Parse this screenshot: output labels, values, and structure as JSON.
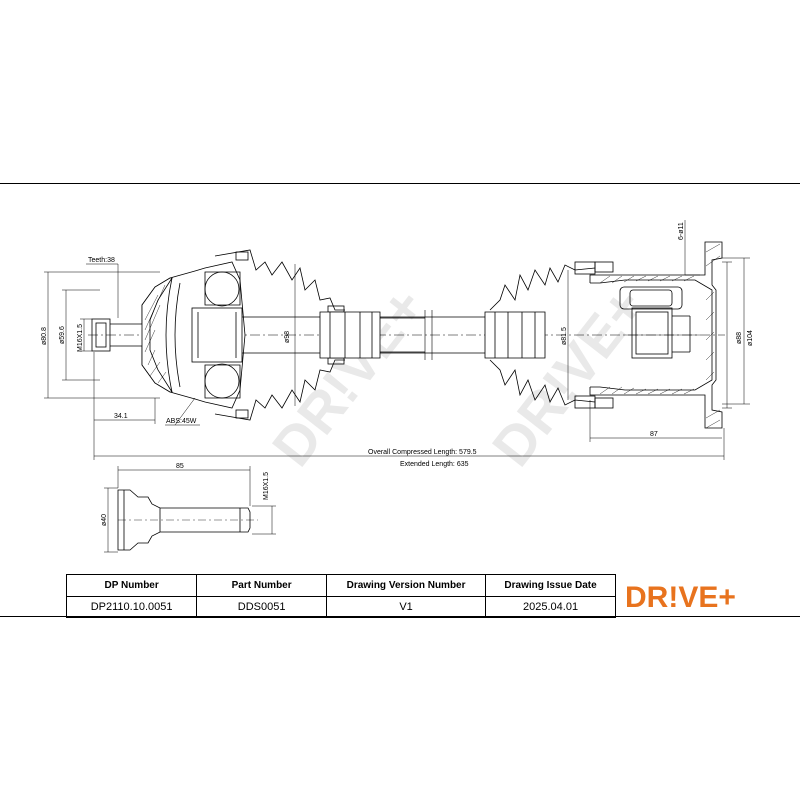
{
  "dimensions": {
    "teeth": "Teeth:38",
    "d80_8": "ø80.8",
    "d59_6": "ø59.6",
    "m16_left": "M16X1.5",
    "len_34_1": "34.1",
    "abs": "ABS:45W",
    "d98": "ø98",
    "d81_5": "ø81.5",
    "six_holes": "6-ø11",
    "d88": "ø88",
    "d104": "ø104",
    "len_87": "87",
    "overall": "Overall  Compressed  Length: 579.5",
    "extended": "Extended  Length: 635",
    "bolt_len": "85",
    "bolt_thread": "M16X1.5",
    "bolt_d40": "ø40"
  },
  "watermark": "DR!VE+",
  "table": {
    "headers": [
      "DP Number",
      "Part Number",
      "Drawing Version Number",
      "Drawing Issue Date"
    ],
    "values": [
      "DP2110.10.0051",
      "DDS0051",
      "V1",
      "2025.04.01"
    ]
  },
  "logo": {
    "text": "DR!VE+",
    "color": "#e8731e"
  }
}
